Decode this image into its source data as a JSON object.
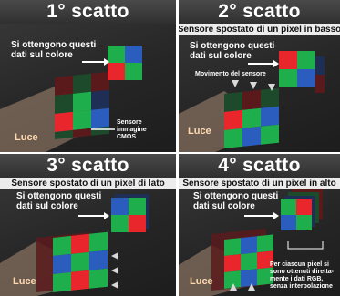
{
  "panels": [
    {
      "title": "1° scatto",
      "subtitle": "",
      "data_label_line1": "Si ottengono questi",
      "data_label_line2": "dati sul colore",
      "sensor_label_line1": "Sensore",
      "sensor_label_line2": "immagine",
      "sensor_label_line3": "CMOS",
      "light_label": "Luce"
    },
    {
      "title": "2° scatto",
      "subtitle": "Sensore spostato di un pixel in basso",
      "data_label_line1": "Si ottengono questi",
      "data_label_line2": "dati sul colore",
      "movement_label": "Movimento del sensore",
      "light_label": "Luce"
    },
    {
      "title": "3° scatto",
      "subtitle": "Sensore spostato di un pixel di lato",
      "data_label_line1": "Si ottengono questi",
      "data_label_line2": "dati sul colore",
      "light_label": "Luce"
    },
    {
      "title": "4° scatto",
      "subtitle": "Sensore spostato di un pixel in alto",
      "data_label_line1": "Si ottengono questi",
      "data_label_line2": "dati sul colore",
      "note_line1": "Per ciascun pixel si",
      "note_line2": "sono ottenuti diretta-",
      "note_line3": "mente i dati RGB,",
      "note_line4": "senza interpolazione",
      "light_label": "Luce"
    }
  ],
  "colors": {
    "red": "#e8262b",
    "green": "#1fae4c",
    "blue": "#2b5dbf",
    "red_dark": "#5a1a1c",
    "green_dark": "#1d4a2a",
    "blue_dark": "#1f2e55",
    "light_beam": "#f3c6a2"
  }
}
